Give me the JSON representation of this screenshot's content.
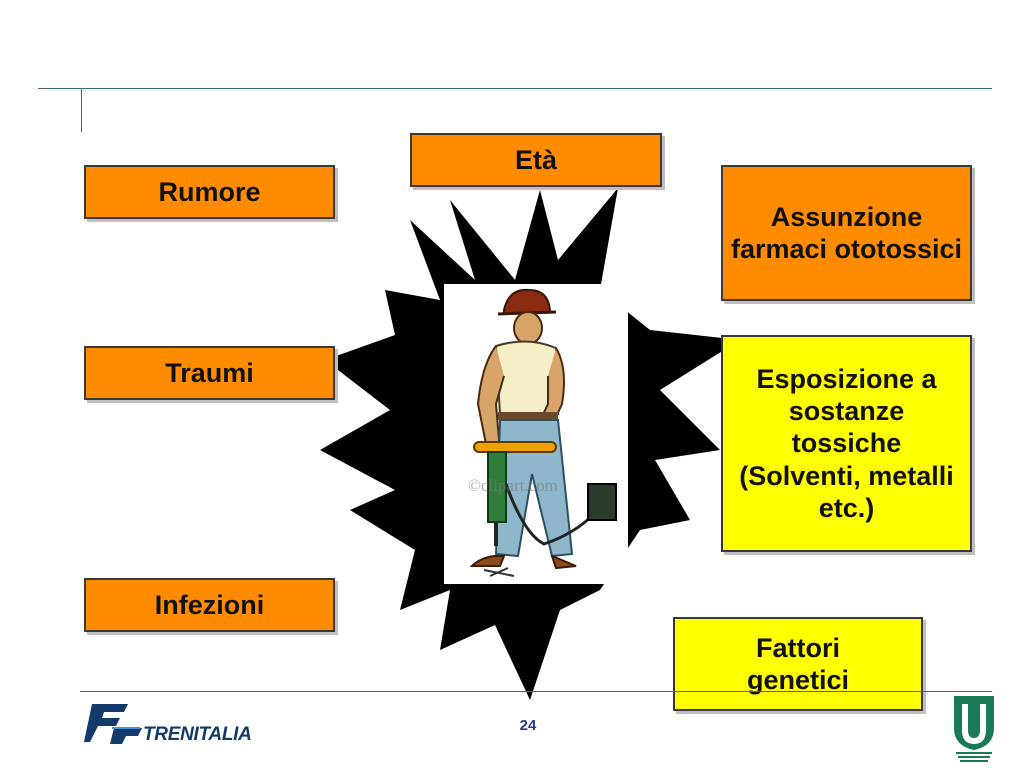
{
  "factors": {
    "eta": "Età",
    "rumore": "Rumore",
    "assunzione": "Assunzione farmaci ototossici",
    "traumi": "Traumi",
    "esposizione": "Esposizione a sostanze tossiche (Solventi, metalli etc.)",
    "infezioni": "Infezioni",
    "fattori_genetici": "Fattori genetici"
  },
  "illustration": {
    "watermark": "©clipart.com"
  },
  "footer": {
    "page_number": "24",
    "brand": "TRENITALIA"
  },
  "colors": {
    "orange_box": "#ff8c00",
    "yellow_box": "#ffff00",
    "rule_line": "#3b6b73",
    "page_number": "#1e3a8a",
    "brand_blue": "#123a6b",
    "university_green": "#1a7a55"
  }
}
